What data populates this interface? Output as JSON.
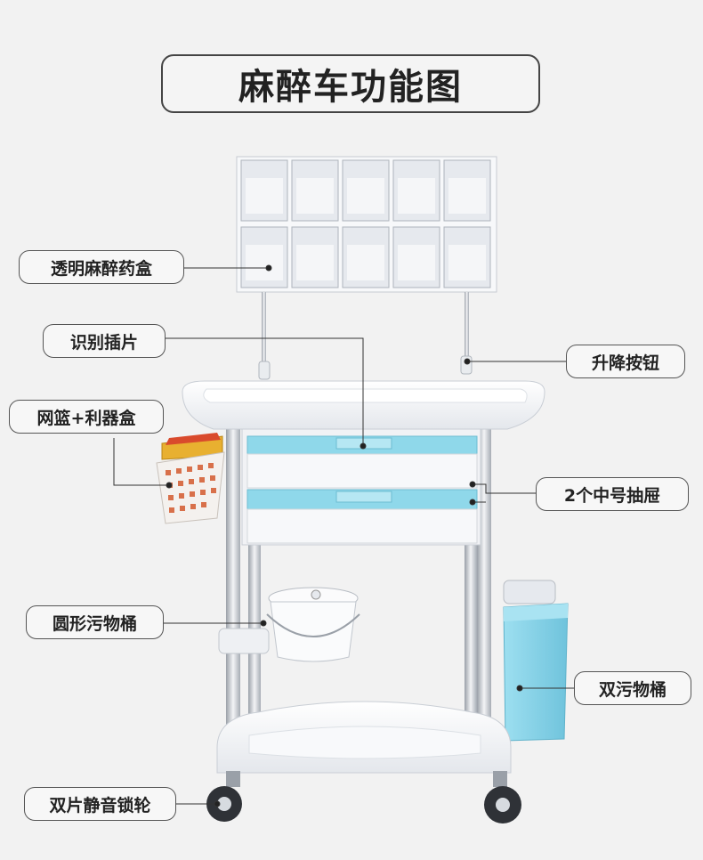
{
  "title": "麻醉车功能图",
  "labels": {
    "drug_box": "透明麻醉药盒",
    "id_insert": "识别插片",
    "lift_button": "升降按钮",
    "basket": "网篮+利器盒",
    "drawers": "2个中号抽屉",
    "round_bin": "圆形污物桶",
    "double_bin": "双污物桶",
    "wheels": "双片静音锁轮"
  },
  "colors": {
    "background": "#f2f2f2",
    "drawer_accent": "#8fd8ea",
    "basket": "#d8704a",
    "sharps_box": "#e8b030",
    "bin": "#7fd0e6",
    "frame": "#c8ccd2"
  }
}
